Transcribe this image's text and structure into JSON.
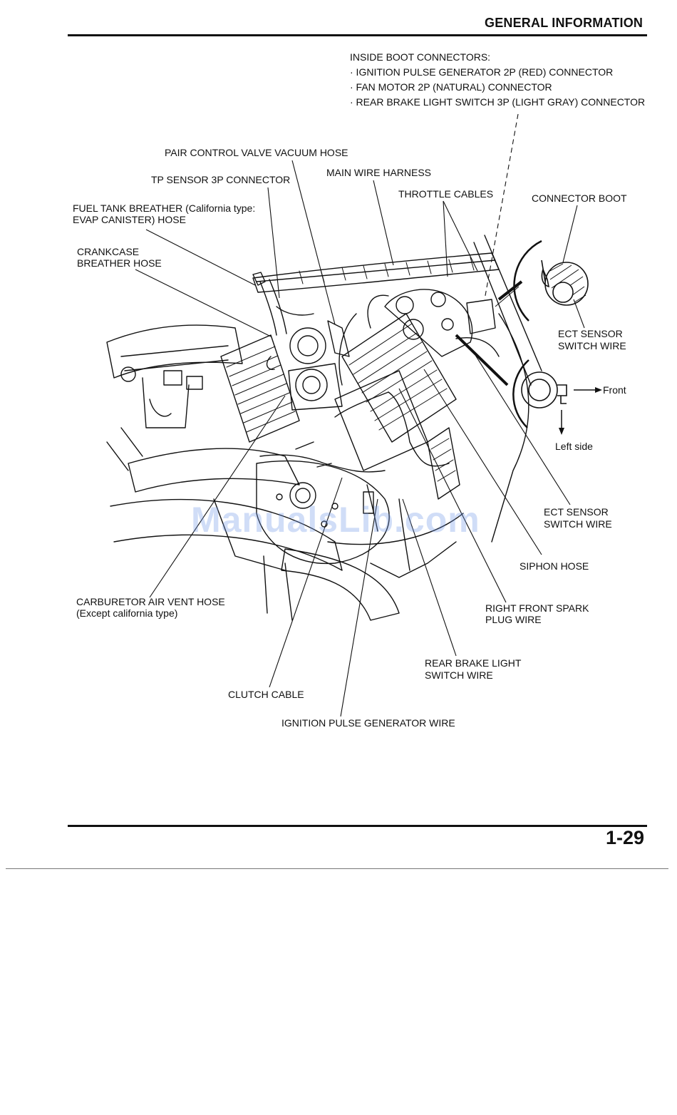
{
  "header": {
    "title": "GENERAL INFORMATION"
  },
  "callouts": {
    "inside_boot": {
      "title": "INSIDE BOOT CONNECTORS:",
      "items": [
        "· IGNITION PULSE GENERATOR 2P (RED) CONNECTOR",
        "· FAN MOTOR 2P (NATURAL) CONNECTOR",
        "· REAR BRAKE LIGHT SWITCH 3P (LIGHT GRAY) CONNECTOR"
      ]
    },
    "pair_control": "PAIR CONTROL VALVE VACUUM HOSE",
    "tp_sensor": "TP SENSOR 3P CONNECTOR",
    "main_wire": "MAIN WIRE HARNESS",
    "throttle": "THROTTLE CABLES",
    "connector_boot": "CONNECTOR BOOT",
    "fuel_tank_1": "FUEL TANK BREATHER (California type:",
    "fuel_tank_2": "EVAP CANISTER) HOSE",
    "crankcase_1": "CRANKCASE",
    "crankcase_2": "BREATHER HOSE",
    "ect_top_1": "ECT SENSOR",
    "ect_top_2": "SWITCH WIRE",
    "front": "Front",
    "left_side": "Left side",
    "ect_bottom_1": "ECT SENSOR",
    "ect_bottom_2": "SWITCH WIRE",
    "siphon": "SIPHON HOSE",
    "carb_vent_1": "CARBURETOR AIR VENT HOSE",
    "carb_vent_2": "(Except california type)",
    "spark_1": "RIGHT FRONT SPARK",
    "spark_2": "PLUG WIRE",
    "brake_1": "REAR BRAKE LIGHT",
    "brake_2": "SWITCH WIRE",
    "clutch": "CLUTCH CABLE",
    "ignition": "IGNITION PULSE GENERATOR WIRE"
  },
  "watermark": "ManualsLib.com",
  "footer": {
    "page_number": "1-29"
  }
}
